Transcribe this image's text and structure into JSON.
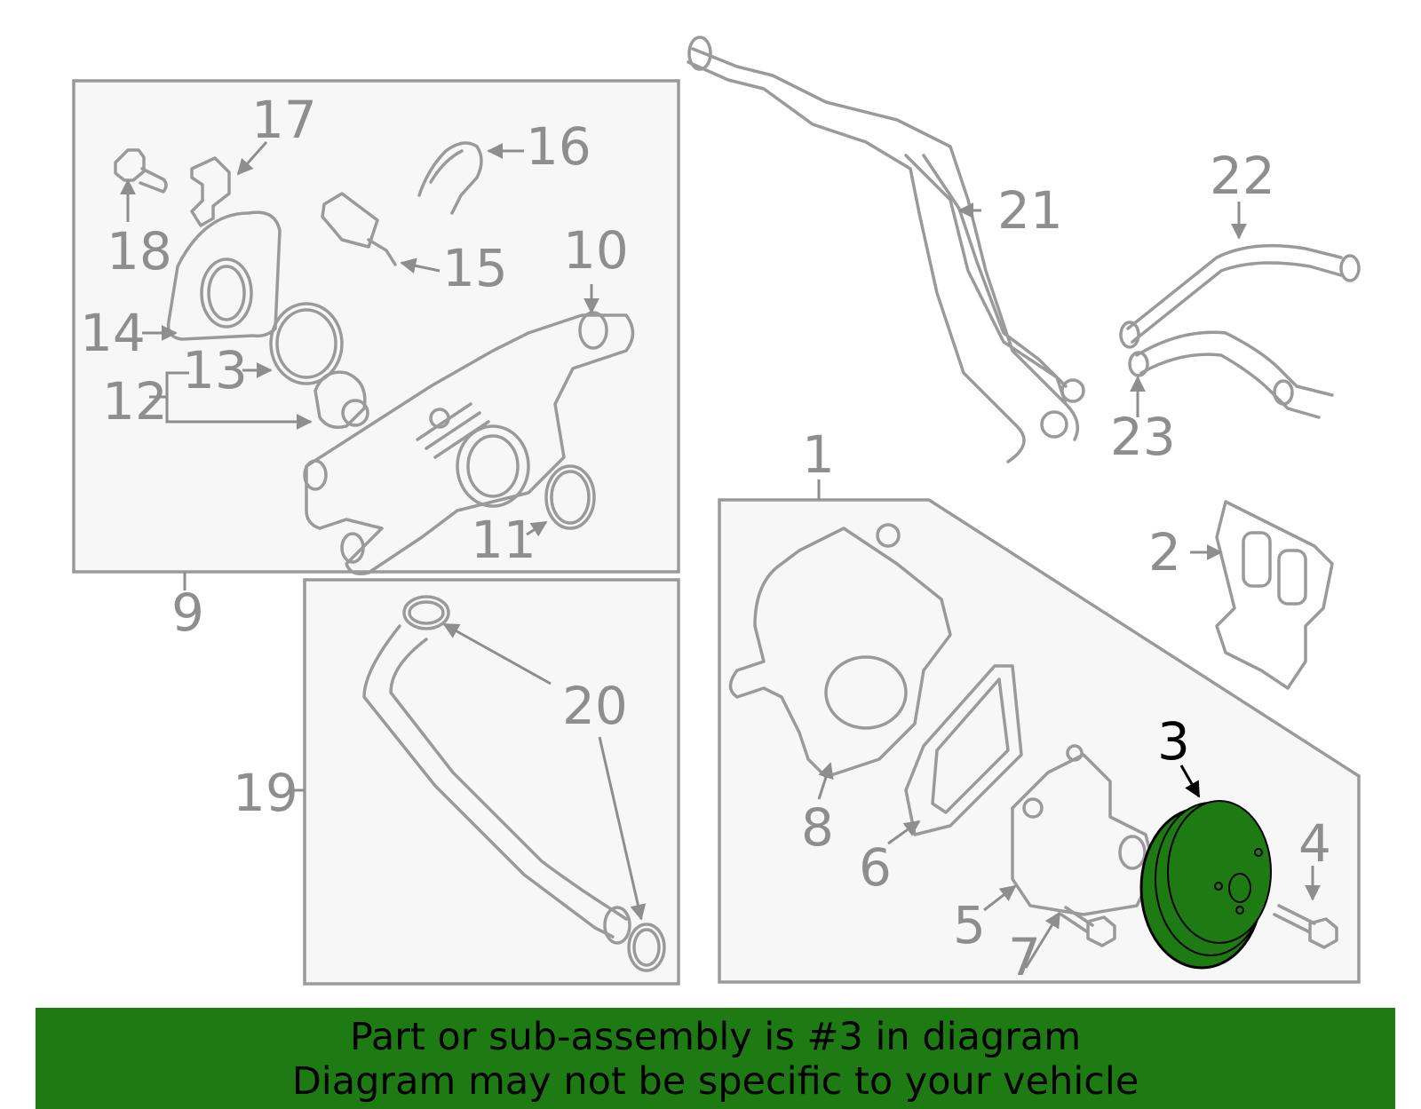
{
  "colors": {
    "highlight_fill": "#1e7a12",
    "part_stroke": "#9a9a9a",
    "label": "#8e8e8e",
    "highlight_label": "#000000"
  },
  "highlighted_part": "3",
  "callouts": {
    "c1": "1",
    "c2": "2",
    "c3": "3",
    "c4": "4",
    "c5": "5",
    "c6": "6",
    "c7": "7",
    "c8": "8",
    "c9": "9",
    "c10": "10",
    "c11": "11",
    "c12": "12",
    "c13": "13",
    "c14": "14",
    "c15": "15",
    "c16": "16",
    "c17": "17",
    "c18": "18",
    "c19": "19",
    "c20": "20",
    "c21": "21",
    "c22": "22",
    "c23": "23"
  },
  "banner": {
    "line1": "Part or sub-assembly is #3 in diagram",
    "line2": "Diagram may not be specific to your vehicle"
  }
}
